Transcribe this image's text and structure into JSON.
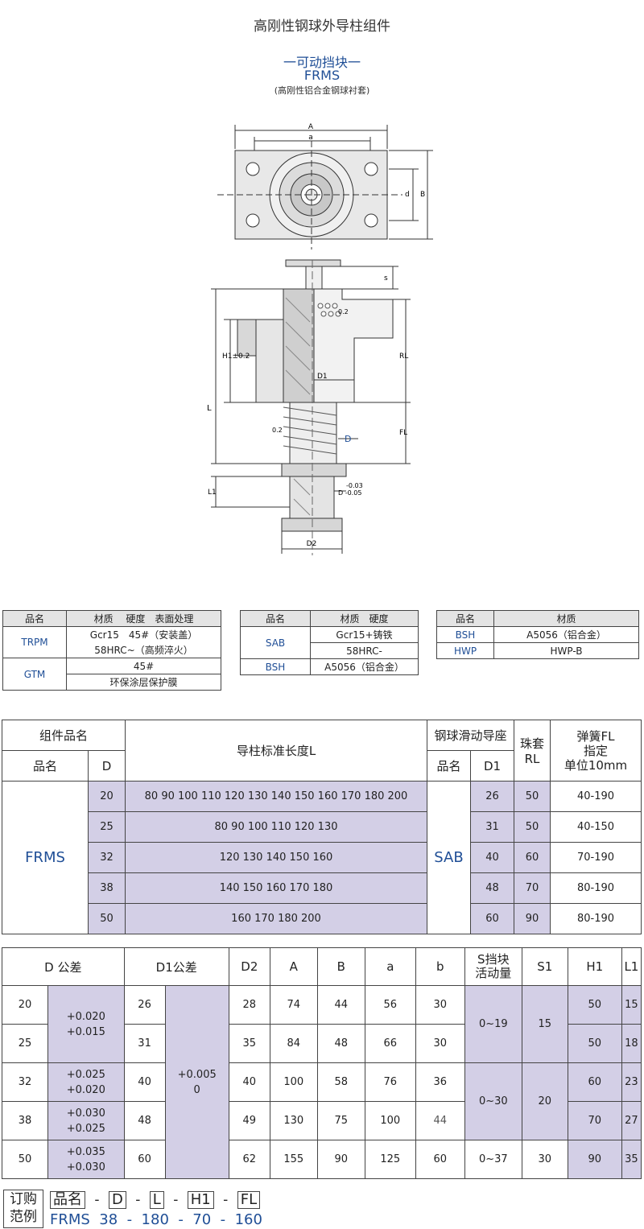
{
  "page": {
    "title": "高刚性钢球外导柱组件",
    "subtitle": "一可动挡块一",
    "model": "FRMS",
    "note": "(高刚性铝合金钢球衬套)"
  },
  "drawing": {
    "labels": {
      "A": "A",
      "a": "a",
      "B": "B",
      "d": "d",
      "s": "s",
      "tol02a": "0.2",
      "tol02b": "0.2",
      "RL": "RL",
      "H1": "H1±0.2",
      "D1": "D1",
      "D": "D",
      "FL": "FL",
      "L": "L",
      "L1": "L1",
      "tol_top": "-0.03",
      "tol_bot": "D -0.05",
      "D2": "D2"
    }
  },
  "material_tables": {
    "t1": {
      "headers": [
        "品名",
        "材质　 硬度　表面处理"
      ],
      "rows": [
        {
          "name": "TRPM",
          "lines": [
            "Gcr15　45#（安装盖）",
            "58HRC~（高频淬火）"
          ]
        },
        {
          "name": "GTM",
          "lines": [
            "45#",
            "环保涂层保护膜"
          ]
        }
      ]
    },
    "t2": {
      "headers": [
        "品名",
        "材质　硬度"
      ],
      "rows": [
        {
          "name": "SAB",
          "lines": [
            "Gcr15+铸铁",
            "58HRC-"
          ]
        },
        {
          "name": "BSH",
          "lines": [
            "A5056（铝合金）"
          ]
        }
      ]
    },
    "t3": {
      "headers": [
        "品名",
        "材质"
      ],
      "rows": [
        {
          "name": "BSH",
          "lines": [
            "A5056（铝合金）"
          ]
        },
        {
          "name": "HWP",
          "lines": [
            "HWP-B"
          ]
        }
      ]
    }
  },
  "main_table": {
    "h_group": "组件品名",
    "h_name": "品名",
    "h_D": "D",
    "h_length": "导柱标准长度L",
    "h_sab_group": "钢球滑动导座",
    "h_sab_name": "品名",
    "h_D1": "D1",
    "h_RL": "珠套\nRL",
    "h_FL": "弹簧FL\n指定\n单位10mm",
    "product": "FRMS",
    "sab": "SAB",
    "rows": [
      {
        "D": "20",
        "L": "80 90 100 110 120 130 140 150 160 170 180 200",
        "D1": "26",
        "RL": "50",
        "FL": "40-190"
      },
      {
        "D": "25",
        "L": "80 90 100 110 120 130",
        "D1": "31",
        "RL": "50",
        "FL": "40-150"
      },
      {
        "D": "32",
        "L": "120 130 140 150 160",
        "D1": "40",
        "RL": "60",
        "FL": "70-190"
      },
      {
        "D": "38",
        "L": "140 150 160 170 180",
        "D1": "48",
        "RL": "70",
        "FL": "80-190"
      },
      {
        "D": "50",
        "L": "160 170 180 200",
        "D1": "60",
        "RL": "90",
        "FL": "80-190"
      }
    ]
  },
  "dim_table": {
    "headers": {
      "D": "D 公差",
      "D1": "D1公差",
      "D2": "D2",
      "A": "A",
      "B": "B",
      "a": "a",
      "b": "b",
      "S": "S挡块\n活动量",
      "S1": "S1",
      "H1": "H1",
      "L1": "L1"
    },
    "tol_D_1": "+0.020\n+0.015",
    "tol_D_32": "+0.025\n+0.020",
    "tol_D_38": "+0.030\n+0.025",
    "tol_D_50": "+0.035\n+0.030",
    "tol_D1": "+0.005\n0",
    "S_1": "0~19",
    "S_2": "0~30",
    "S_3": "0~37",
    "S1_1": "15",
    "S1_2": "20",
    "S1_3": "30",
    "rows": [
      {
        "D": "20",
        "D1": "26",
        "D2": "28",
        "A": "74",
        "B": "44",
        "a": "56",
        "b": "30",
        "H1": "50",
        "L1": "15"
      },
      {
        "D": "25",
        "D1": "31",
        "D2": "35",
        "A": "84",
        "B": "48",
        "a": "66",
        "b": "30",
        "H1": "50",
        "L1": "18"
      },
      {
        "D": "32",
        "D1": "40",
        "D2": "40",
        "A": "100",
        "B": "58",
        "a": "76",
        "b": "36",
        "H1": "60",
        "L1": "23"
      },
      {
        "D": "38",
        "D1": "48",
        "D2": "49",
        "A": "130",
        "B": "75",
        "a": "100",
        "b": "44",
        "H1": "70",
        "L1": "27"
      },
      {
        "D": "50",
        "D1": "60",
        "D2": "62",
        "A": "155",
        "B": "90",
        "a": "125",
        "b": "60",
        "H1": "90",
        "L1": "35"
      }
    ]
  },
  "order": {
    "label1": "订购",
    "label2": "范例",
    "f_name": "品名",
    "f_D": "D",
    "f_L": "L",
    "f_H1": "H1",
    "f_FL": "FL",
    "dash": "-",
    "example": "FRMS  38  -  180  -  70  -  160"
  }
}
